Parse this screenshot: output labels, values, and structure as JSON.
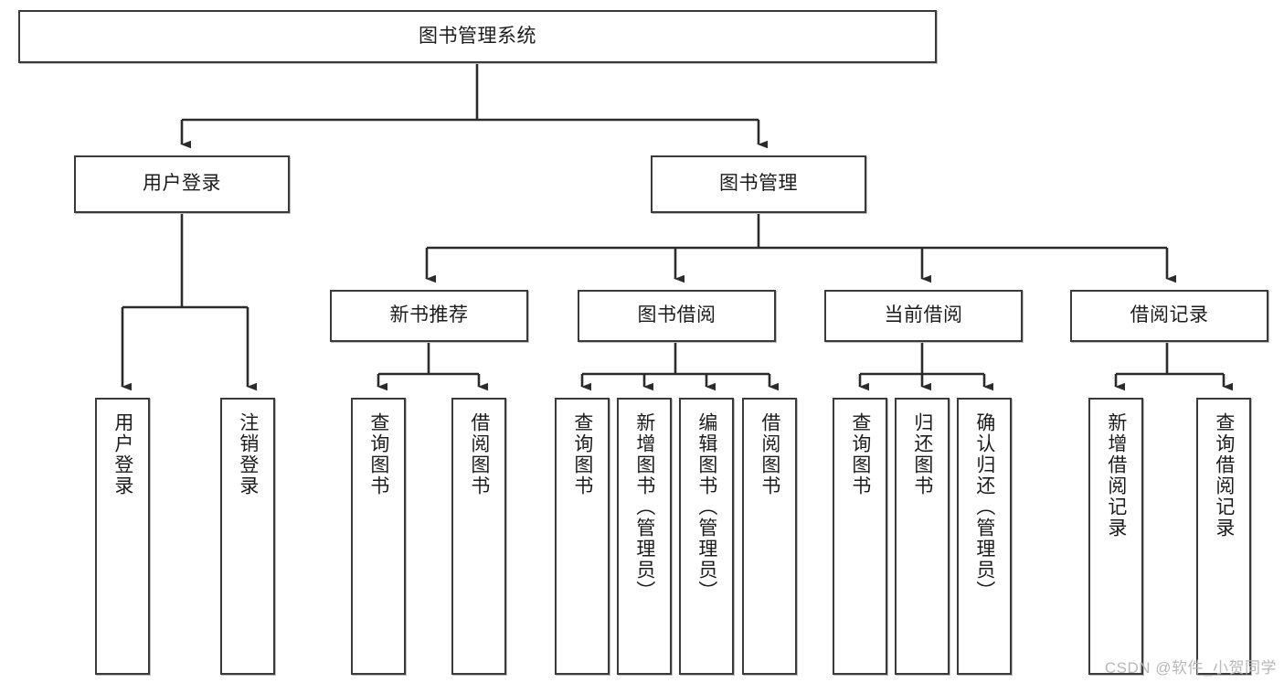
{
  "diagram": {
    "title": "图书管理系统",
    "watermark": "CSDN @软件_小贺同学",
    "colors": {
      "box_border": "#3a3a3a",
      "box_fill": "#ffffff",
      "connector": "#2b2b2b",
      "text": "#1c1c1c",
      "watermark": "#b8b8b8",
      "background": "#ffffff"
    },
    "root": {
      "label": "图书管理系统"
    },
    "level2": [
      {
        "label": "用户登录"
      },
      {
        "label": "图书管理"
      }
    ],
    "level3": [
      {
        "label": "新书推荐"
      },
      {
        "label": "图书借阅"
      },
      {
        "label": "当前借阅"
      },
      {
        "label": "借阅记录"
      }
    ],
    "leaves": {
      "user_login": [
        {
          "label": "用户登录"
        },
        {
          "label": "注销登录"
        }
      ],
      "new_book_recommend": [
        {
          "label": "查询图书"
        },
        {
          "label": "借阅图书"
        }
      ],
      "book_borrow": [
        {
          "label": "查询图书"
        },
        {
          "label": "新增图书（管理员）"
        },
        {
          "label": "编辑图书（管理员）"
        },
        {
          "label": "借阅图书"
        }
      ],
      "current_borrow": [
        {
          "label": "查询图书"
        },
        {
          "label": "归还图书"
        },
        {
          "label": "确认归还（管理员）"
        }
      ],
      "borrow_record": [
        {
          "label": "新增借阅记录"
        },
        {
          "label": "查询借阅记录"
        }
      ]
    }
  }
}
